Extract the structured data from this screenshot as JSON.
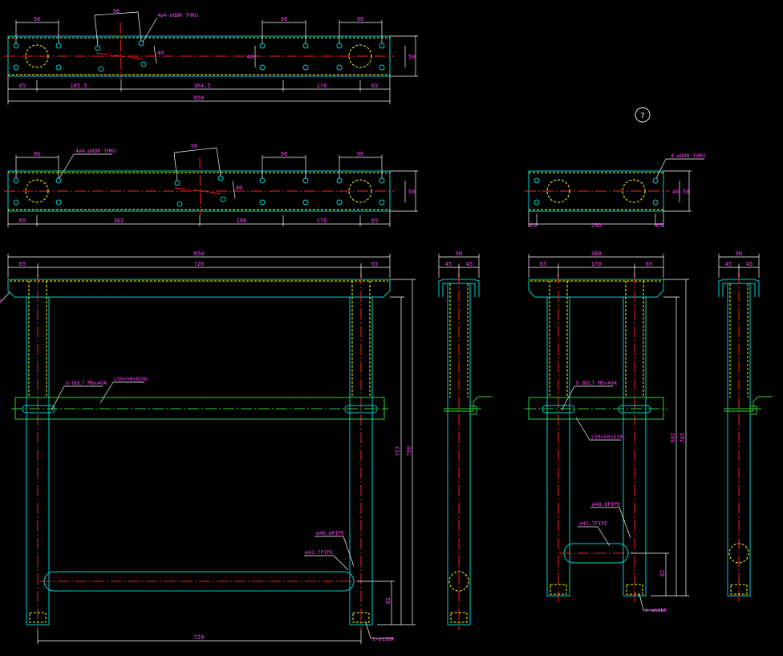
{
  "colors": {
    "background": "#000000",
    "outline": "#00d0d0",
    "centerline": "#ff2020",
    "hidden": "#ffff00",
    "bracket": "#30d030",
    "dimension_line": "#ffffff",
    "dimension_text": "#ff40ff"
  },
  "view1": {
    "top": [
      "96",
      "96",
      "96",
      "96"
    ],
    "side": [
      "40",
      "50"
    ],
    "bottom": [
      "65",
      "185.5",
      "364.5",
      "170",
      "65"
    ],
    "overall": "850",
    "note": "4ø4-ø8DR THRU"
  },
  "view2": {
    "top": [
      "96",
      "96",
      "96",
      "96"
    ],
    "side": [
      "40",
      "50"
    ],
    "bottom": [
      "65",
      "362",
      "188",
      "170",
      "65"
    ],
    "note": "4ø4-ø8DR THRU"
  },
  "view3": {
    "side": [
      "40",
      "50"
    ],
    "bottom": [
      "65",
      "250",
      "65"
    ],
    "note": "4-ø8DR THRU"
  },
  "balloon": "7",
  "front": {
    "overall": "850",
    "top": [
      "65",
      "720",
      "65"
    ],
    "height": [
      "757",
      "780"
    ],
    "low": "82",
    "bottom": "720",
    "left_cut": "0",
    "notes": {
      "ubolt": "U BOLT M6x40A",
      "angle": "L50x50x820L",
      "pipe1": "ø48.6PIPE",
      "pipe2": "ø42.7PIPE",
      "hole": "2-ø12DR"
    }
  },
  "side1": {
    "top": "90",
    "split": [
      "45",
      "45"
    ]
  },
  "front2": {
    "overall": "380",
    "top": [
      "65",
      "170",
      "65"
    ],
    "height": [
      "682",
      "705"
    ],
    "low": "82",
    "notes": {
      "ubolt": "U BOLT M6x40A",
      "angle": "L50x50x310L",
      "pipe1": "ø48.6PIPE",
      "pipe2": "ø42.7PIPE",
      "hole": "2-ø12DR"
    }
  },
  "side2": {
    "top": "90",
    "split": [
      "45",
      "45"
    ]
  }
}
